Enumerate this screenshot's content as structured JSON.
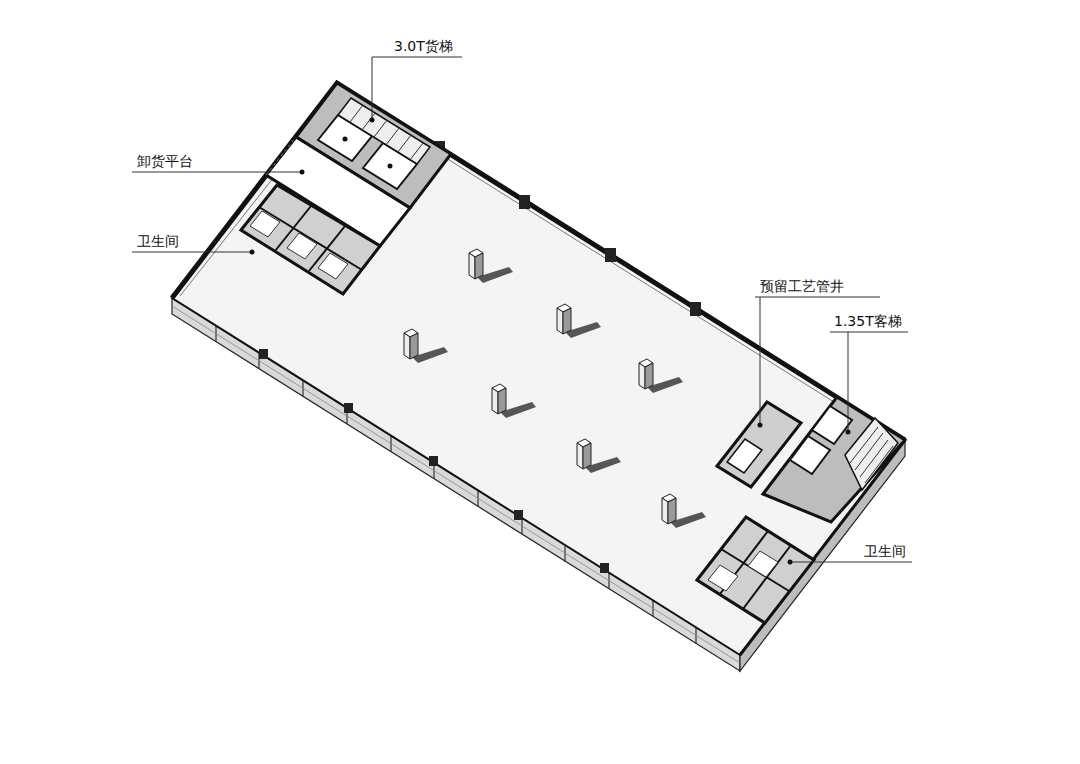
{
  "diagram": {
    "labels": [
      "3.0T货梯",
      "卸货平台",
      "卫生间",
      "预留工艺管井",
      "1.35T客梯",
      "卫生间"
    ]
  }
}
